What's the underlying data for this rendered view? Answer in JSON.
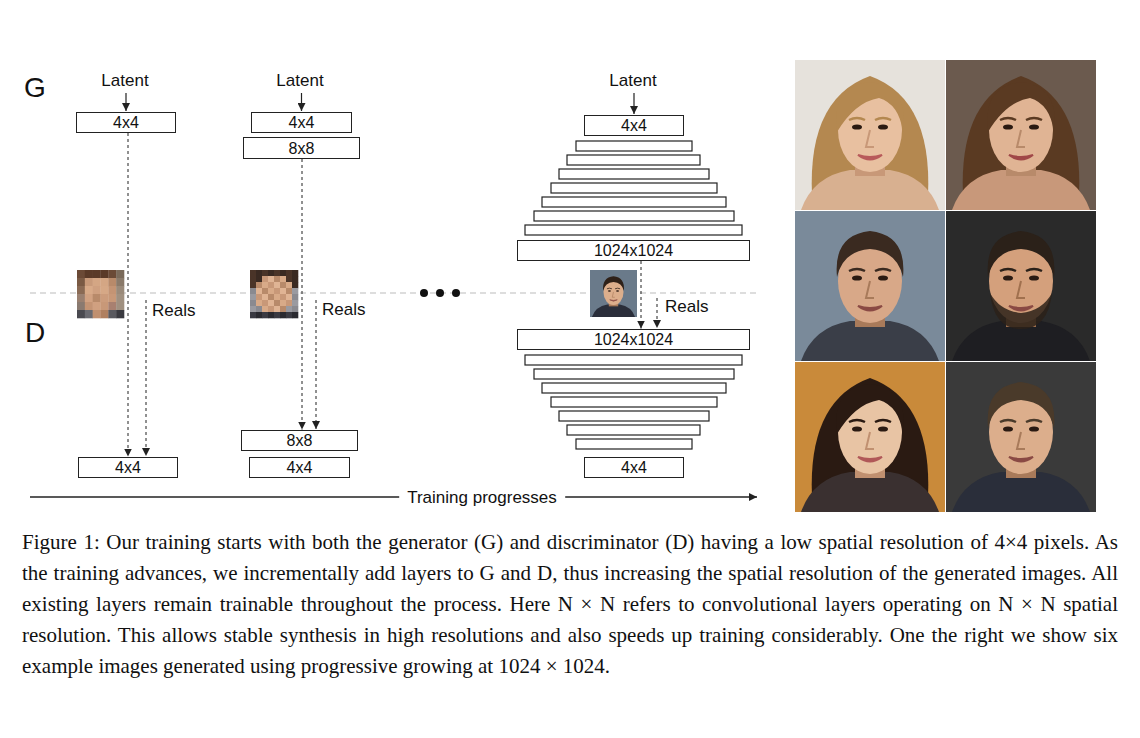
{
  "diagram": {
    "caption": "Figure 1: Our training starts with both the generator (G) and discriminator (D) having a low spatial resolution of 4×4 pixels. As the training advances, we incrementally add layers to G and D, thus increasing the spatial resolution of the generated images. All existing layers remain trainable throughout the process. Here N × N refers to convolutional layers operating on N × N spatial resolution. This allows stable synthesis in high resolutions and also speeds up training considerably. One the right we show six example images generated using progressive growing at 1024 × 1024.",
    "nodes": [
      {
        "text": [
          "4x4"
        ]
      },
      {
        "text": [
          "4x4"
        ]
      },
      {
        "text": [
          "4x4"
        ]
      },
      {
        "text": [
          "8x8"
        ]
      },
      {
        "text": [
          "8x8"
        ]
      },
      {
        "text": [
          "4x4"
        ]
      },
      {
        "text": [
          "4x4"
        ]
      },
      {
        "text": [
          "1024x1024"
        ]
      },
      {
        "text": [
          "1024x1024"
        ]
      },
      {
        "text": [
          "4x4"
        ]
      }
    ],
    "edges": [
      {
        "from": 0,
        "to": 1,
        "arrow": "to"
      },
      {
        "from": 3,
        "to": 4,
        "arrow": "to"
      },
      {
        "from": 7,
        "to": 8,
        "arrow": "to"
      }
    ],
    "labels": [
      "G",
      "D",
      "Latent",
      "Latent",
      "Latent",
      "Reals",
      "Reals",
      "Reals",
      "Training progresses"
    ]
  }
}
